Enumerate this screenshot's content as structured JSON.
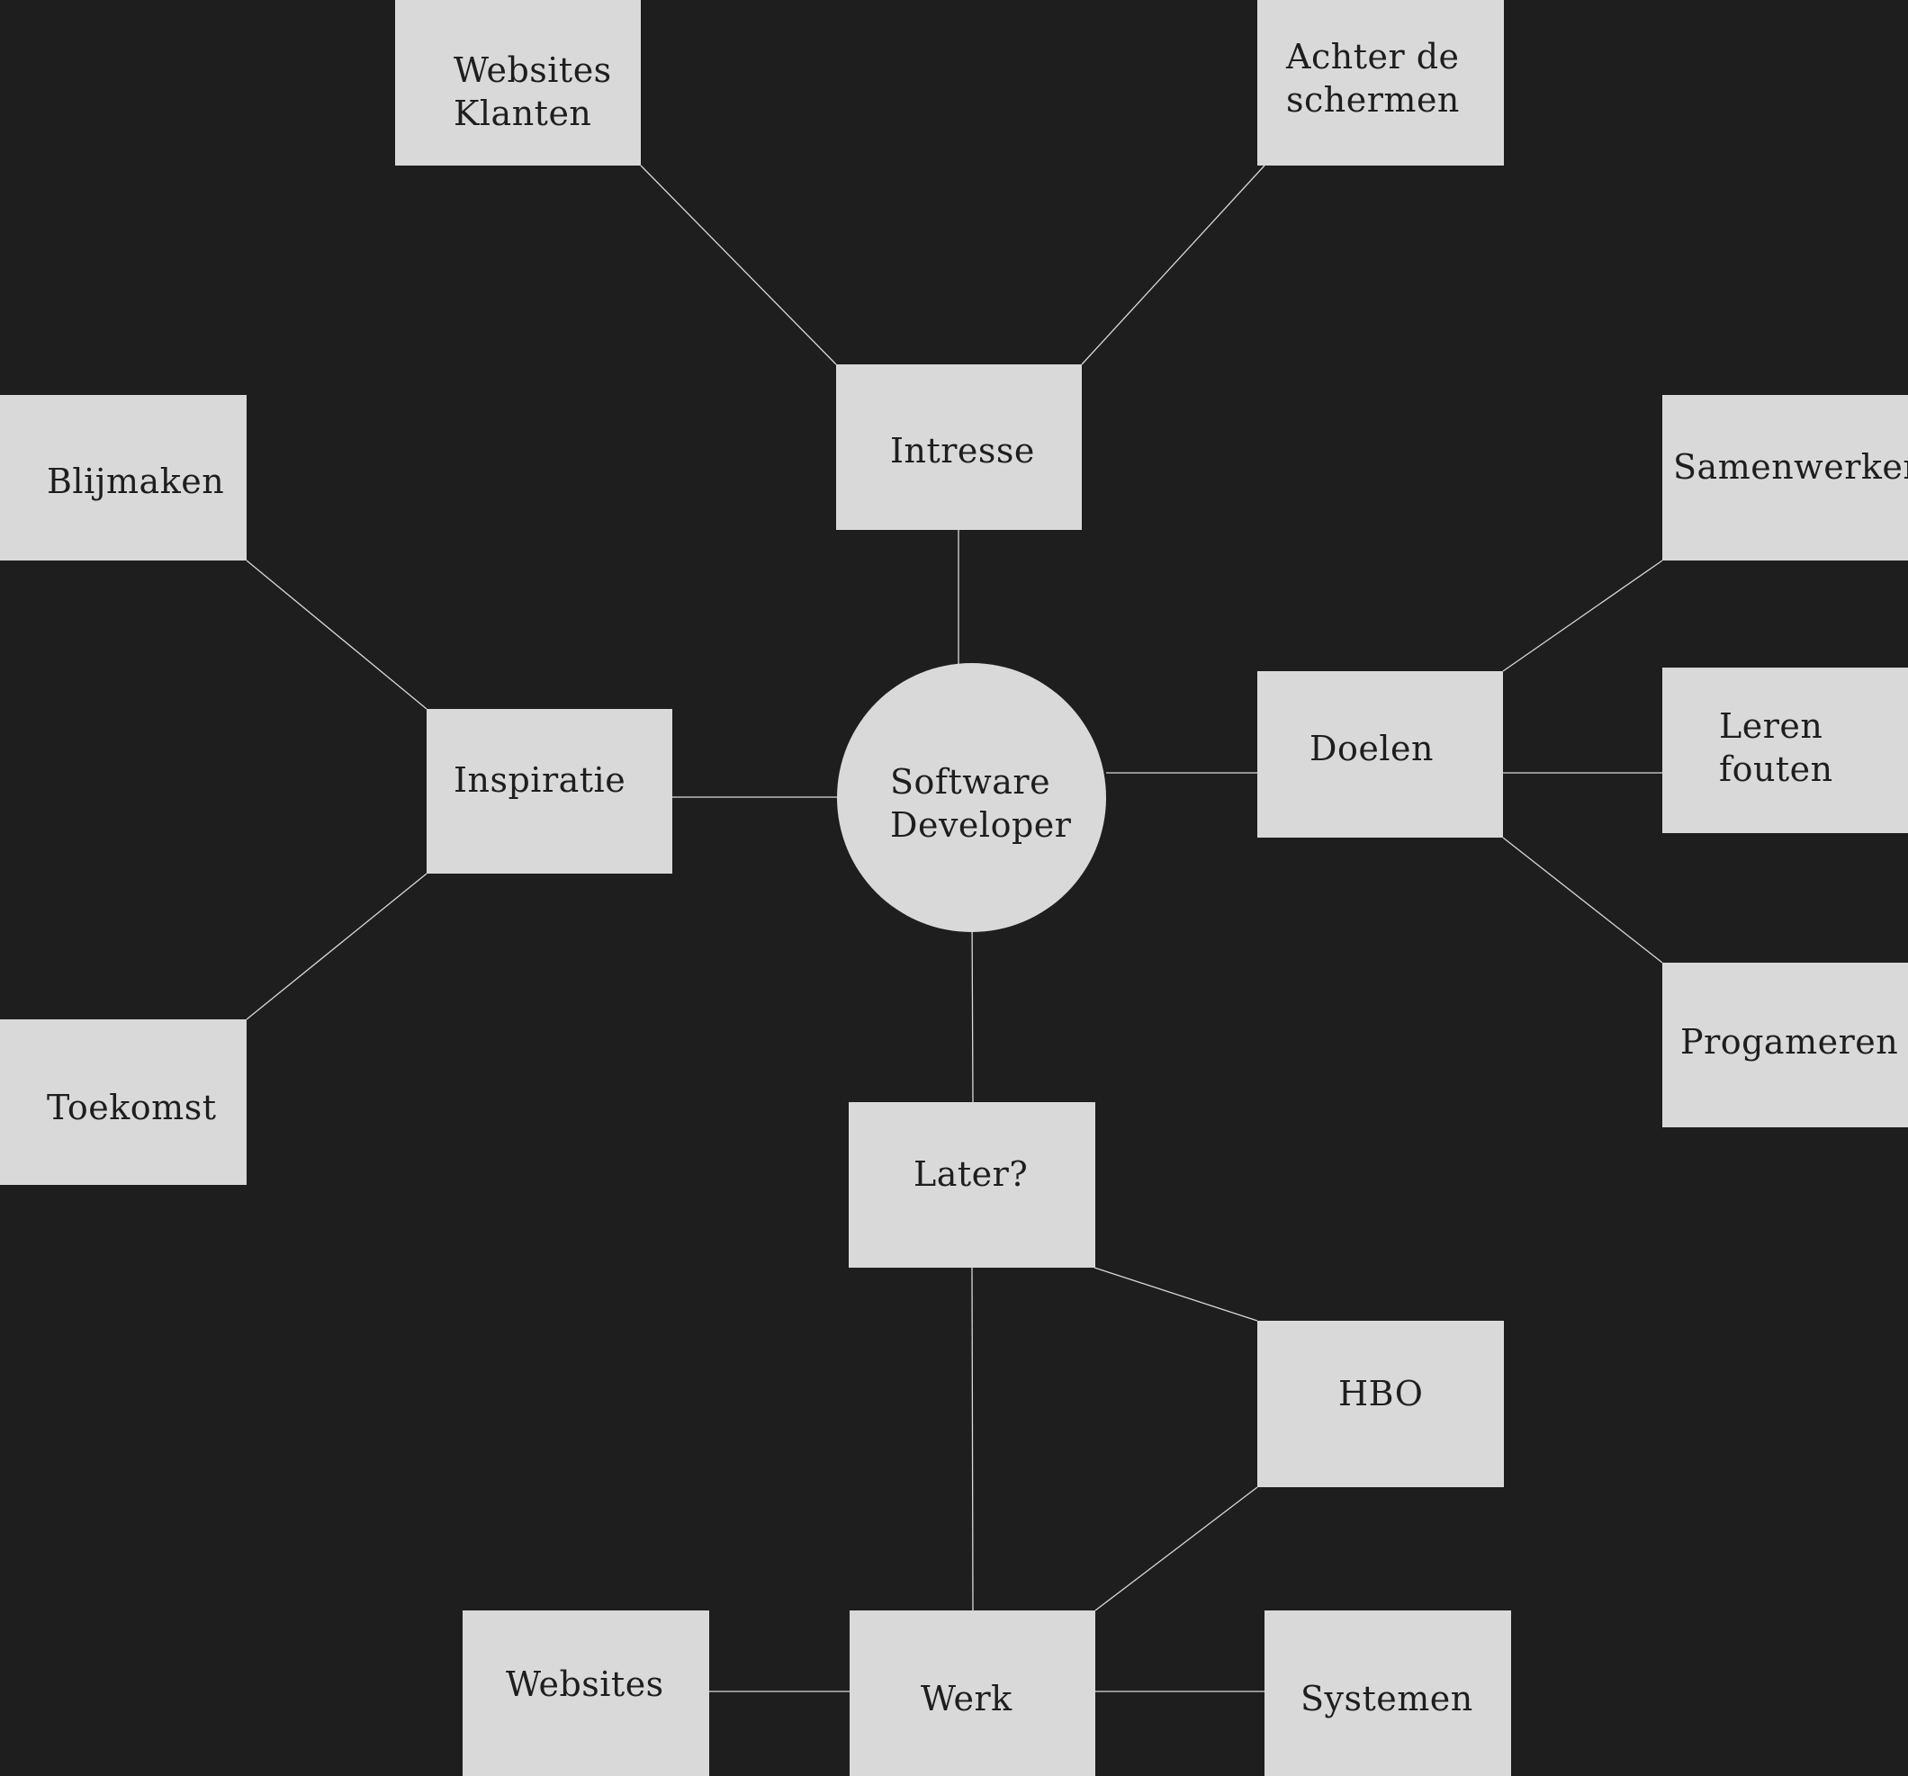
{
  "diagram": {
    "center": {
      "line1": "Software",
      "line2": "Developer"
    },
    "nodes": {
      "intresse": "Intresse",
      "websites_klanten": {
        "line1": "Websites",
        "line2": "Klanten"
      },
      "achter_de_schermen": {
        "line1": "Achter de",
        "line2": "schermen"
      },
      "inspiratie": "Inspiratie",
      "blijmaken": "Blijmaken",
      "toekomst": "Toekomst",
      "doelen": "Doelen",
      "samenwerken": "Samenwerken",
      "leren_fouten": {
        "line1": "Leren",
        "line2": "fouten"
      },
      "progameren": "Progameren",
      "later": "Later?",
      "hbo": "HBO",
      "werk": "Werk",
      "websites": "Websites",
      "systemen": "Systemen"
    }
  }
}
